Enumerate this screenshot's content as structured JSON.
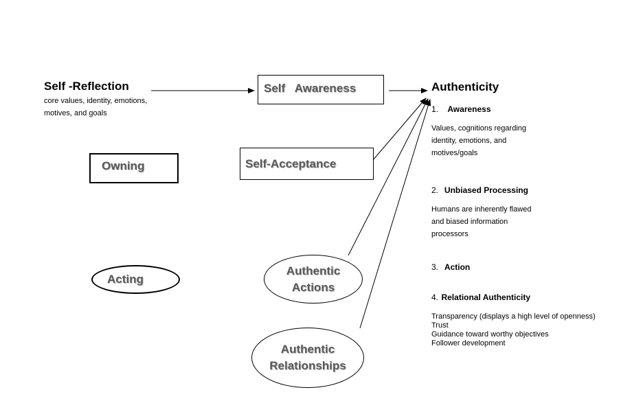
{
  "self_reflection": {
    "title": "Self -Reflection",
    "line1": "core values, identity, emotions,",
    "line2": "motives, and goals"
  },
  "self_awareness": {
    "label": "Self   Awareness"
  },
  "authenticity": {
    "title": "Authenticity"
  },
  "owning": {
    "label": "Owning"
  },
  "self_acceptance": {
    "label": "Self-Acceptance"
  },
  "acting": {
    "label": "Acting"
  },
  "authentic_actions": {
    "line1": "Authentic",
    "line2": "Actions"
  },
  "authentic_relationships": {
    "line1": "Authentic",
    "line2": "Relationships"
  },
  "components": [
    {
      "number": "1.",
      "heading": "Awareness",
      "lines": [
        "Values, cognitions regarding",
        "identity, emotions, and",
        "motives/goals"
      ]
    },
    {
      "number": "2.",
      "heading": "Unbiased Processing",
      "lines": [
        "Humans are inherently flawed",
        "and biased information",
        "processors"
      ]
    },
    {
      "number": "3.",
      "heading": "Action",
      "lines": []
    },
    {
      "number": "4.",
      "heading": "Relational Authenticity",
      "lines": [
        "Transparency (displays a high level of openness)",
        "Trust",
        "Guidance toward worthy objectives",
        "Follower development"
      ]
    }
  ]
}
